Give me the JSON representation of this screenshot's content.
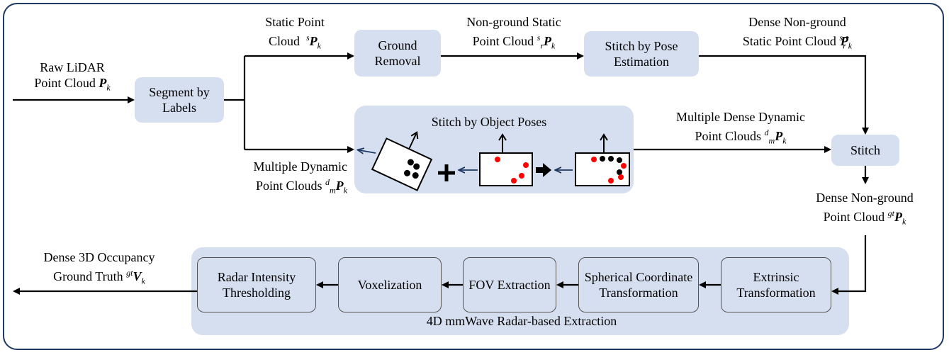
{
  "inputs": {
    "raw_line1": "Raw LiDAR",
    "raw_line2": "Point Cloud",
    "raw_sym": "P",
    "raw_sub": "k"
  },
  "nodes": {
    "segment": "Segment by Labels",
    "ground_removal": "Ground Removal",
    "stitch_pose": "Stitch by Pose Estimation",
    "stitch_object_title": "Stitch by Object Poses",
    "stitch": "Stitch",
    "extrinsic": "Extrinsic Transformation",
    "spherical": "Spherical Coordinate Transformation",
    "fov": "FOV Extraction",
    "voxelization": "Voxelization",
    "radar_intensity": "Radar Intensity Thresholding",
    "panel_caption": "4D mmWave  Radar-based  Extraction"
  },
  "labels": {
    "static_line1": "Static Point",
    "static_line2": "Cloud",
    "static_pre": "s",
    "nonground_line1": "Non-ground Static",
    "nonground_line2": "Point Cloud",
    "nonground_pre_sup": "s",
    "nonground_pre_sub": "r",
    "dense_ng_line1": "Dense Non-ground",
    "dense_ng_line2": "Static Point Cloud",
    "dynamic_line1": "Multiple Dynamic",
    "dynamic_line2": "Point Clouds",
    "dyn_pre_sup": "d",
    "dyn_pre_sub": "m",
    "mdd_line1": "Multiple Dense Dynamic",
    "mdd_line2": "Point Clouds",
    "dense_gt_line1": "Dense Non-ground",
    "dense_gt_line2": "Point Cloud",
    "gt_pre": "gt",
    "occ_line1": "Dense 3D Occupancy",
    "occ_line2": "Ground Truth",
    "sym_P": "P",
    "sym_V": "V",
    "sub_k": "k"
  },
  "colors": {
    "border": "#1f3864",
    "box_fill": "#d6dff0",
    "arrow_dark": "#1f3864",
    "point_red": "#ff0000",
    "point_black": "#000000"
  }
}
